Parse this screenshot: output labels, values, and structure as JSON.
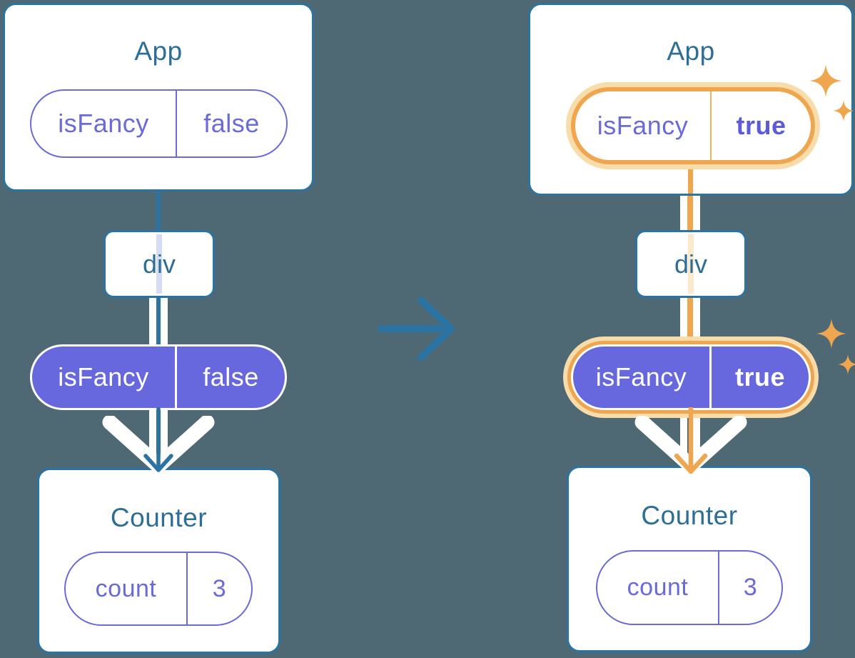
{
  "colors": {
    "background": "#4E6974",
    "tree_stroke_blue": "#2B73A2",
    "title_text": "#2D6E96",
    "pill_purple_fill": "#6767DE",
    "pill_purple_text": "#6A6AD8",
    "highlight_orange": "#F0A64E",
    "highlight_orange_glow": "#F8DCA9",
    "white": "#FFFFFF"
  },
  "icons": {
    "sparkle": "sparkle-icon",
    "transition": "arrow-right-icon"
  },
  "before": {
    "app": {
      "title": "App",
      "prop": {
        "name": "isFancy",
        "value": "false"
      }
    },
    "container": {
      "label": "div"
    },
    "forwarded_prop": {
      "name": "isFancy",
      "value": "false"
    },
    "counter": {
      "title": "Counter",
      "prop": {
        "name": "count",
        "value": "3"
      }
    }
  },
  "after": {
    "app": {
      "title": "App",
      "prop": {
        "name": "isFancy",
        "value": "true"
      }
    },
    "container": {
      "label": "div"
    },
    "forwarded_prop": {
      "name": "isFancy",
      "value": "true"
    },
    "counter": {
      "title": "Counter",
      "prop": {
        "name": "count",
        "value": "3"
      }
    }
  }
}
